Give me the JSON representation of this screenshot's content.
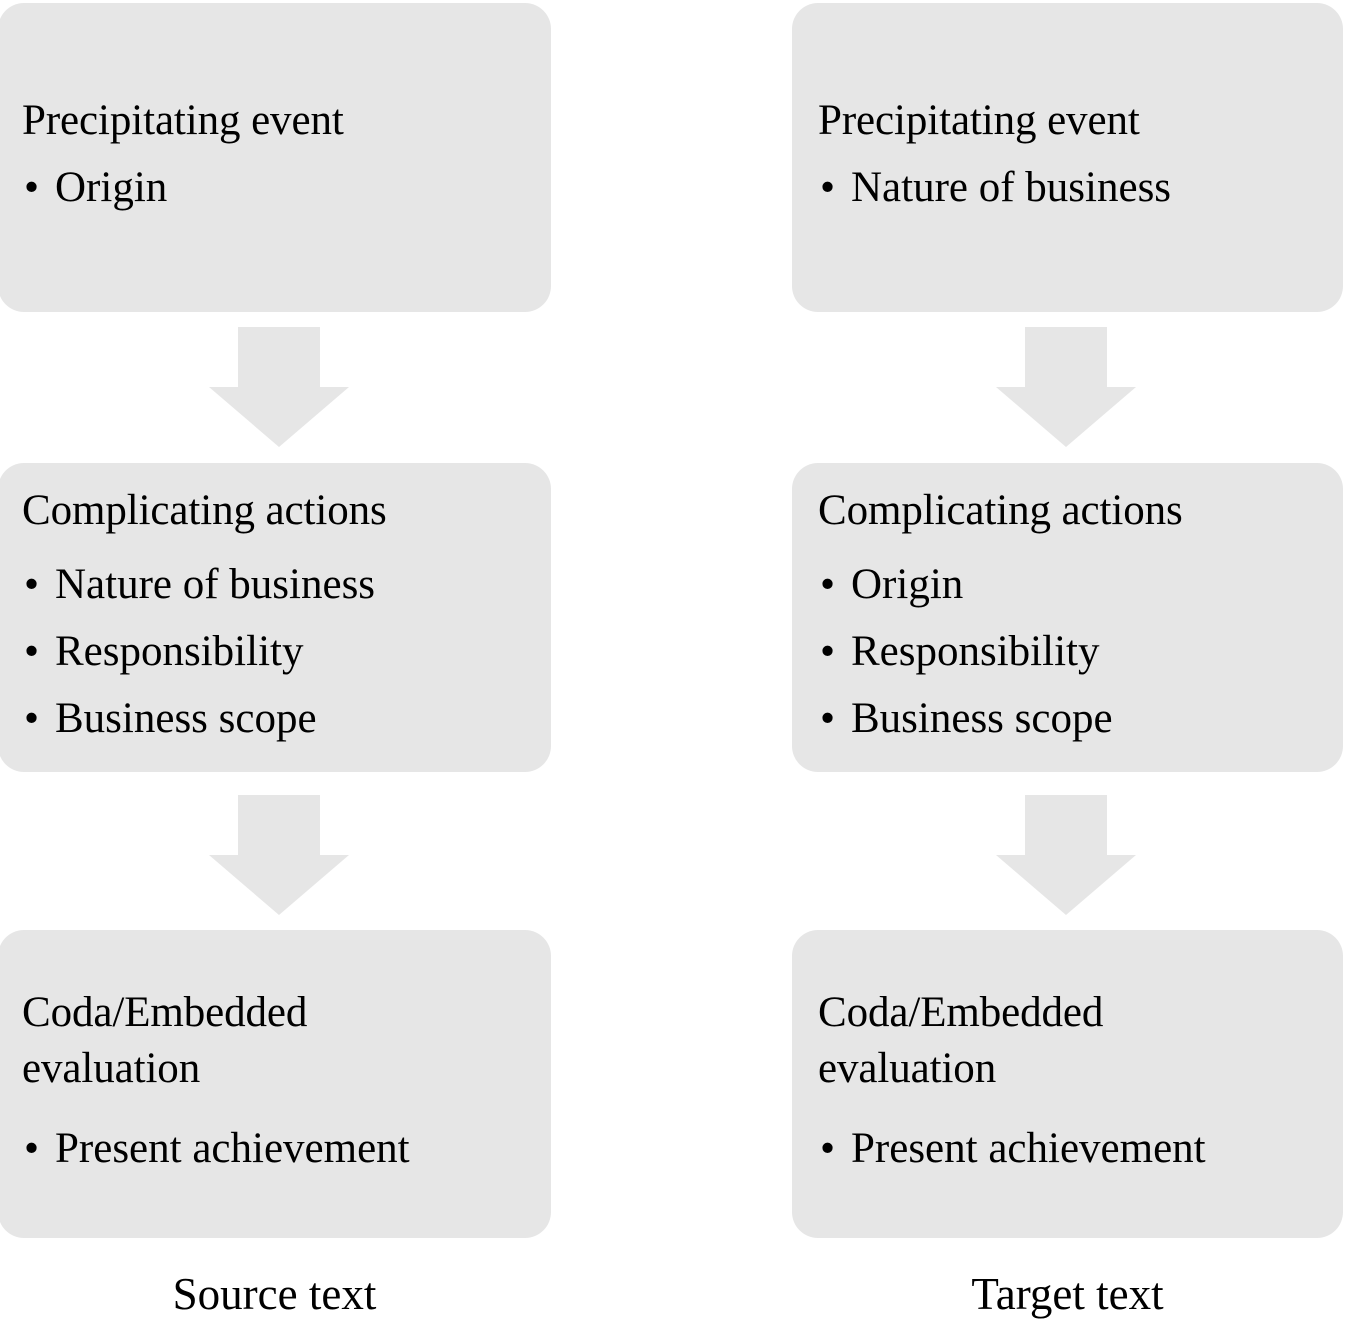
{
  "diagram": {
    "background_color": "#ffffff",
    "box_fill_color": "#e6e6e6",
    "text_color": "#000000",
    "arrow_color": "#e6e6e6",
    "bullet_glyph": "•",
    "columns": [
      {
        "id": "source",
        "caption": "Source text",
        "stages": [
          {
            "heading": "Precipitating event",
            "bullets": [
              "Origin"
            ]
          },
          {
            "heading": "Complicating actions",
            "bullets": [
              "Nature of business",
              "Responsibility",
              "Business scope"
            ]
          },
          {
            "heading": "Coda/Embedded\nevaluation",
            "bullets": [
              "Present achievement"
            ]
          }
        ],
        "connectors": [
          "down-arrow",
          "down-arrow"
        ]
      },
      {
        "id": "target",
        "caption": "Target text",
        "stages": [
          {
            "heading": "Precipitating event",
            "bullets": [
              "Nature of business"
            ]
          },
          {
            "heading": "Complicating actions",
            "bullets": [
              "Origin",
              "Responsibility",
              "Business scope"
            ]
          },
          {
            "heading": "Coda/Embedded\nevaluation",
            "bullets": [
              "Present achievement"
            ]
          }
        ],
        "connectors": [
          "down-arrow",
          "down-arrow"
        ]
      }
    ]
  }
}
